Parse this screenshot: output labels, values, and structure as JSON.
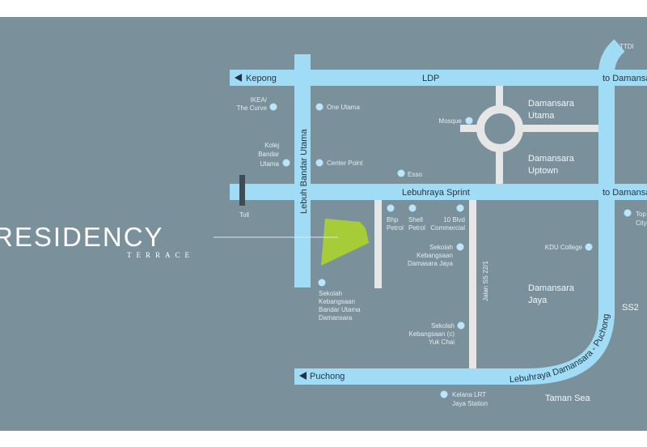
{
  "colors": {
    "background": "#7a919c",
    "highway": "#a0dcf5",
    "local_road": "#e6e6e6",
    "site": "#a6cd37",
    "toll": "#3e4c55",
    "text": "#ffffff"
  },
  "brand": {
    "name": "RESIDENCY",
    "subtitle": "TERRACE"
  },
  "roads": {
    "ldp": "LDP",
    "kepong": "Kepong",
    "to_damansara_top": "to Damansara",
    "sprint": "Lebuhraya Sprint",
    "to_damansara_mid": "to Damansara",
    "bandar_utama": "Lebuh Bandar Utama",
    "ss22": "Jalan SS 22/1",
    "puchong": "Puchong",
    "ldp_puchong": "Lebuhraya Damansara - Puchong",
    "ttdi": "TTDI"
  },
  "toll": "Toll",
  "areas": {
    "damansara_utama": [
      "Damansara",
      "Utama"
    ],
    "damansara_uptown": [
      "Damansara",
      "Uptown"
    ],
    "damansara_jaya": [
      "Damansara",
      "Jaya"
    ],
    "ss2": "SS2",
    "taman_sea": "Taman Sea"
  },
  "poi": {
    "ikea": [
      "IKEA/",
      "The Curve"
    ],
    "one_utama": "One Utama",
    "mosque": "Mosque",
    "kolej": [
      "Kolej",
      "Bandar",
      "Utama"
    ],
    "center_point": "Center Point",
    "esso": "Esso",
    "bhp": [
      "Bhp",
      "Petrol"
    ],
    "shell": [
      "Shell",
      "Petrol"
    ],
    "blvd": [
      "10 Blvd",
      "Commercial"
    ],
    "sk_dj": [
      "Sekolah",
      "Kebangsaan",
      "Damasara Jaya"
    ],
    "sk_bu": [
      "Sekolah",
      "Kebangsaan",
      "Bandar Utama",
      "Damansara"
    ],
    "sk_yc": [
      "Sekolah",
      "Kebangsaan (c)",
      "Yuk Chai"
    ],
    "top_city": [
      "Top",
      "City"
    ],
    "kdu": "KDU College",
    "kelana": [
      "Kelana LRT",
      "Jaya Station"
    ]
  }
}
